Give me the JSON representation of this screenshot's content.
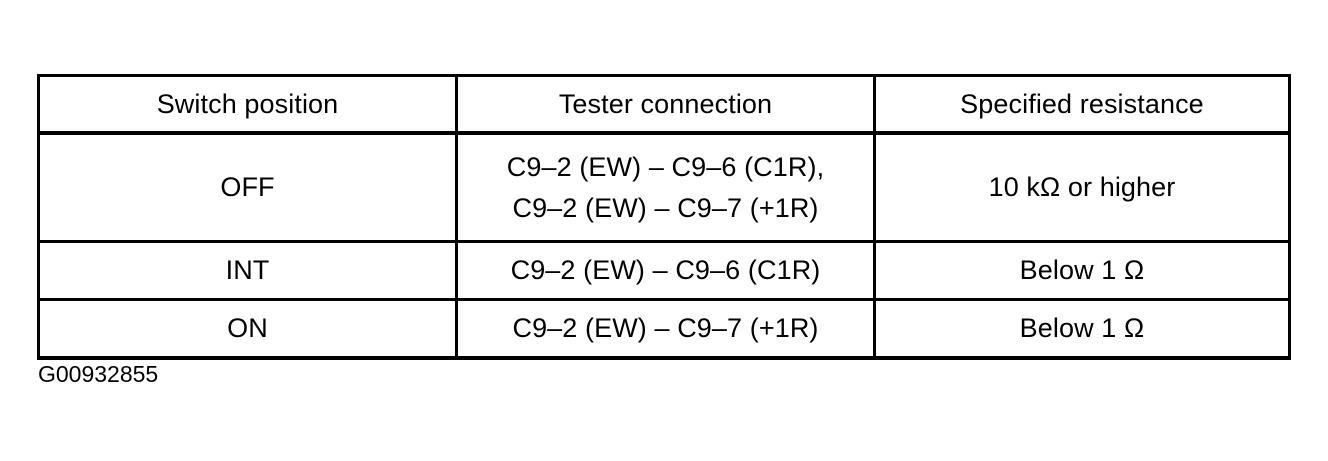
{
  "document": {
    "caption_id": "G00932855"
  },
  "table": {
    "columns": [
      {
        "key": "switch_position",
        "header": "Switch position"
      },
      {
        "key": "tester_connection",
        "header": "Tester connection"
      },
      {
        "key": "specified_resistance",
        "header": "Specified resistance"
      }
    ],
    "rows": [
      {
        "switch_position": "OFF",
        "tester_connection_lines": [
          "C9–2 (EW) – C9–6 (C1R),",
          "C9–2 (EW) – C9–7 (+1R)"
        ],
        "specified_resistance": "10 kΩ or higher"
      },
      {
        "switch_position": "INT",
        "tester_connection_lines": [
          "C9–2 (EW) – C9–6 (C1R)"
        ],
        "specified_resistance": "Below 1 Ω"
      },
      {
        "switch_position": "ON",
        "tester_connection_lines": [
          "C9–2 (EW) – C9–7 (+1R)"
        ],
        "specified_resistance": "Below 1 Ω"
      }
    ]
  },
  "colors": {
    "ink": "#000000",
    "paper": "#ffffff"
  }
}
